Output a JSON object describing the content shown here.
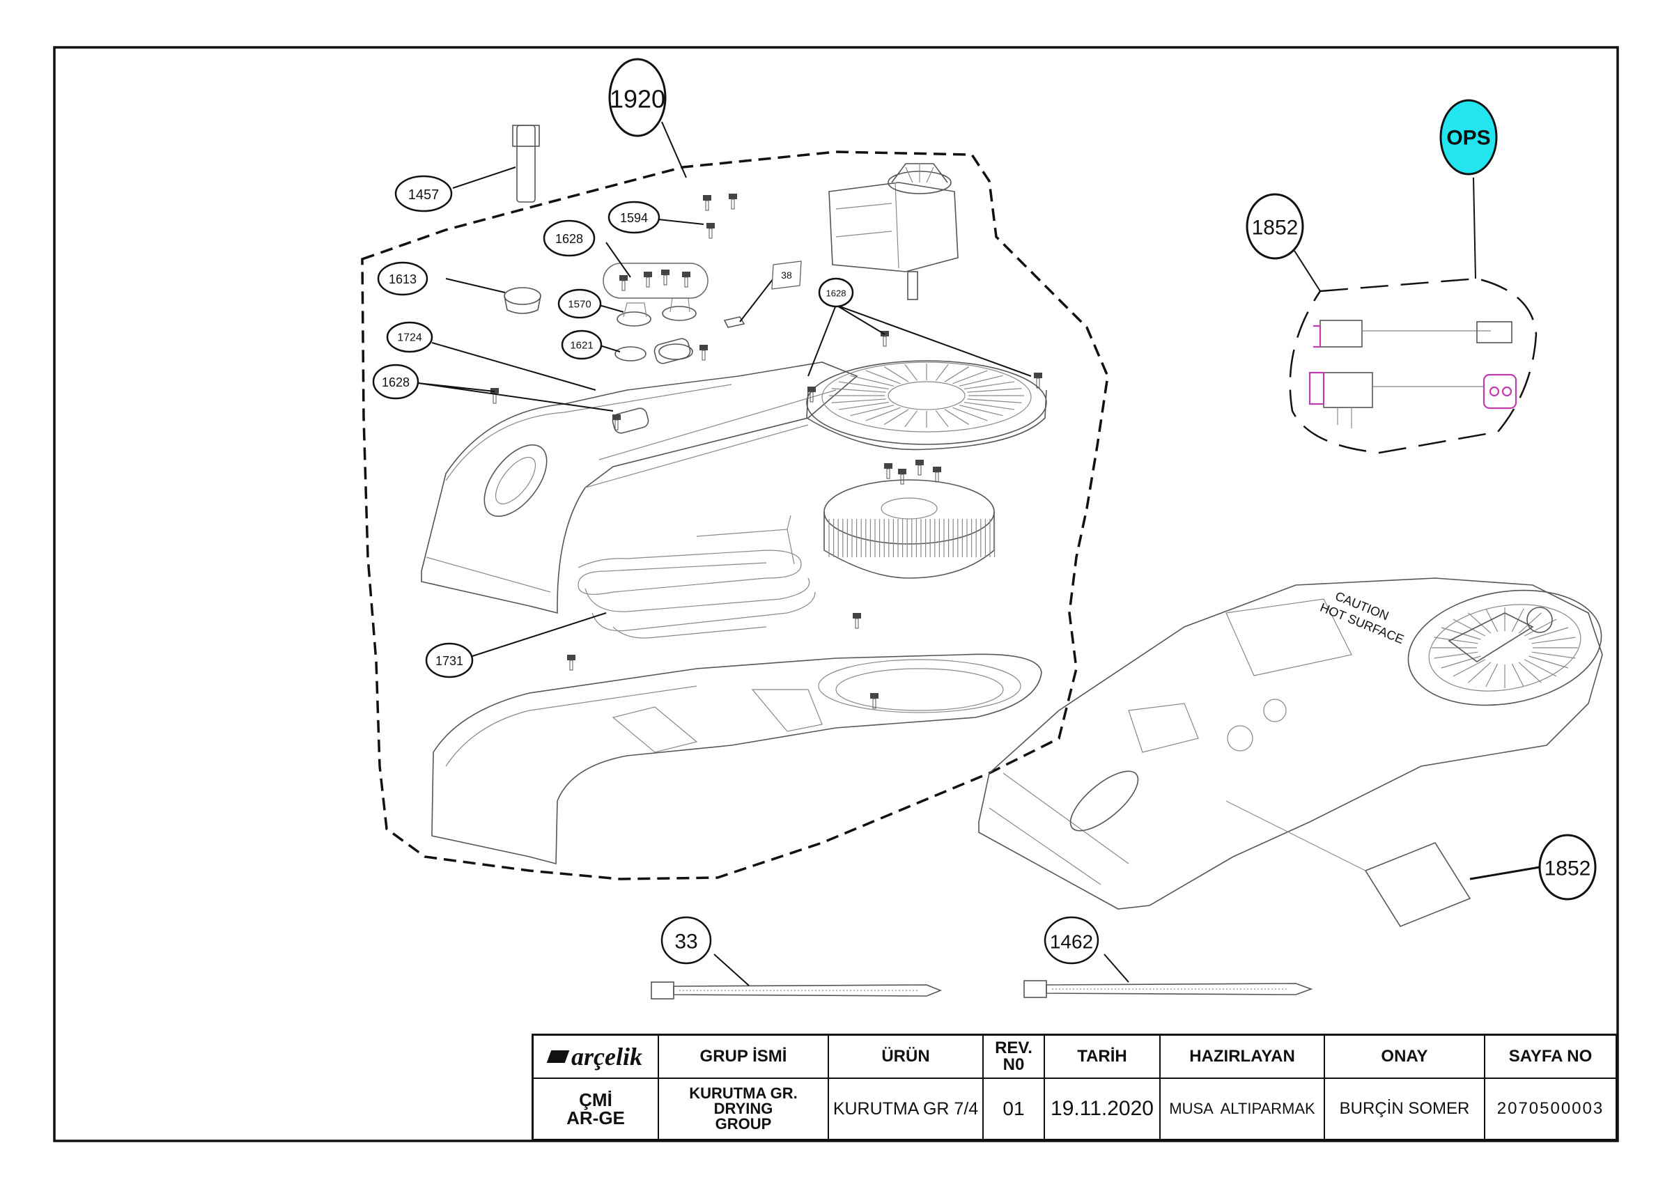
{
  "drawing": {
    "callouts": {
      "c1920": "1920",
      "c1457": "1457",
      "c1594": "1594",
      "c1628a": "1628",
      "c1613": "1613",
      "c1570": "1570",
      "c38": "38",
      "c1628b": "1628",
      "c1724": "1724",
      "c1621": "1621",
      "c1628c": "1628",
      "c1731": "1731",
      "c33": "33",
      "c1462": "1462",
      "c1852a": "1852",
      "c1852b": "1852",
      "ops": "OPS"
    },
    "label_caution": "CAUTION",
    "label_hot_surface": "HOT SURFACE",
    "ops_color": "#22e5f0",
    "highlight_color": "#c03ab0"
  },
  "title_block": {
    "logo_text": "arçelik",
    "headers": {
      "group_name": "GRUP İSMİ",
      "product": "ÜRÜN",
      "rev_line1": "REV.",
      "rev_line2": "N0",
      "date": "TARİH",
      "prepared_by": "HAZIRLAYAN",
      "approval": "ONAY",
      "page_no": "SAYFA NO"
    },
    "values": {
      "dept_line1": "ÇMİ",
      "dept_line2": "AR-GE",
      "group_line1": "KURUTMA GR.",
      "group_line2": "DRYING",
      "group_line3": "GROUP",
      "product": "KURUTMA GR 7/4",
      "rev": "01",
      "date": "19.11.2020",
      "prepared_by": "MUSA  ALTIPARMAK",
      "approval": "BURÇİN SOMER",
      "page_no": "2070500003"
    }
  }
}
